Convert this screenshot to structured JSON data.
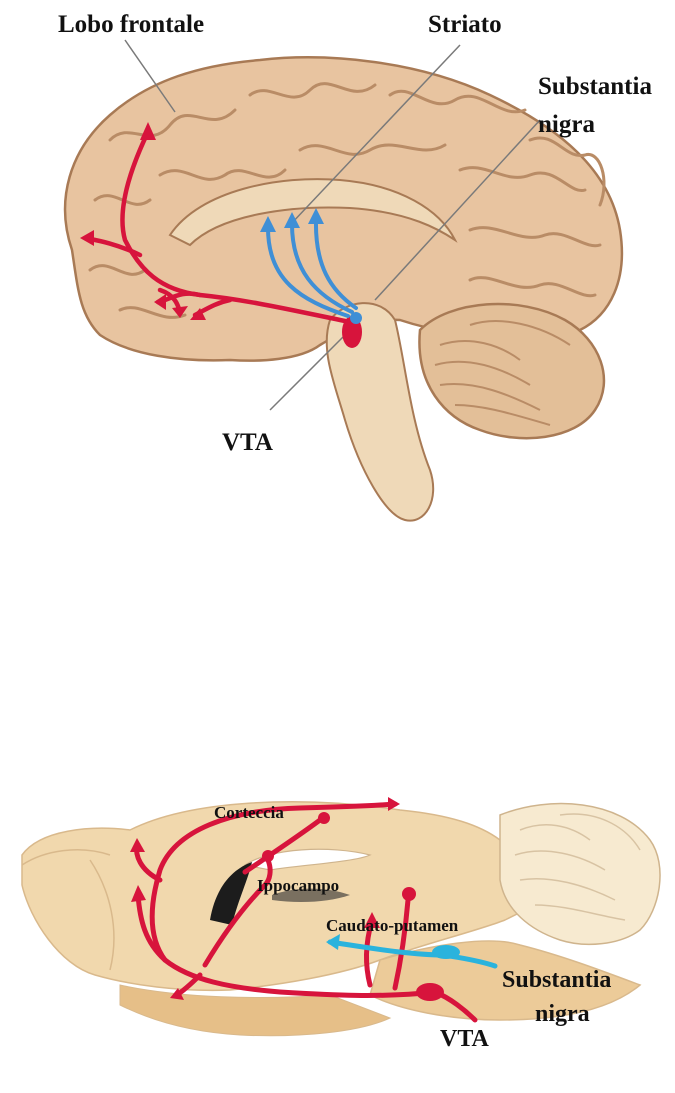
{
  "top_diagram": {
    "labels": {
      "frontal_lobe": "Lobo frontale",
      "striatum": "Striato",
      "substantia_nigra_line1": "Substantia",
      "substantia_nigra_line2": "nigra",
      "vta": "VTA"
    }
  },
  "bottom_diagram": {
    "labels": {
      "cortex": "Corteccia",
      "hippocampus": "Ippocampo",
      "caudate_putamen": "Caudato-putamen",
      "substantia_nigra_line1": "Substantia",
      "substantia_nigra_line2": "nigra",
      "vta": "VTA"
    }
  },
  "colors": {
    "mesocortical_pathway": "#d7143c",
    "nigrostriatal_pathway": "#3f8fd6",
    "rat_nigrostriatal": "#2ab3dd",
    "brain_tissue": "#e9c9a3",
    "brain_outline": "#b88a64"
  }
}
